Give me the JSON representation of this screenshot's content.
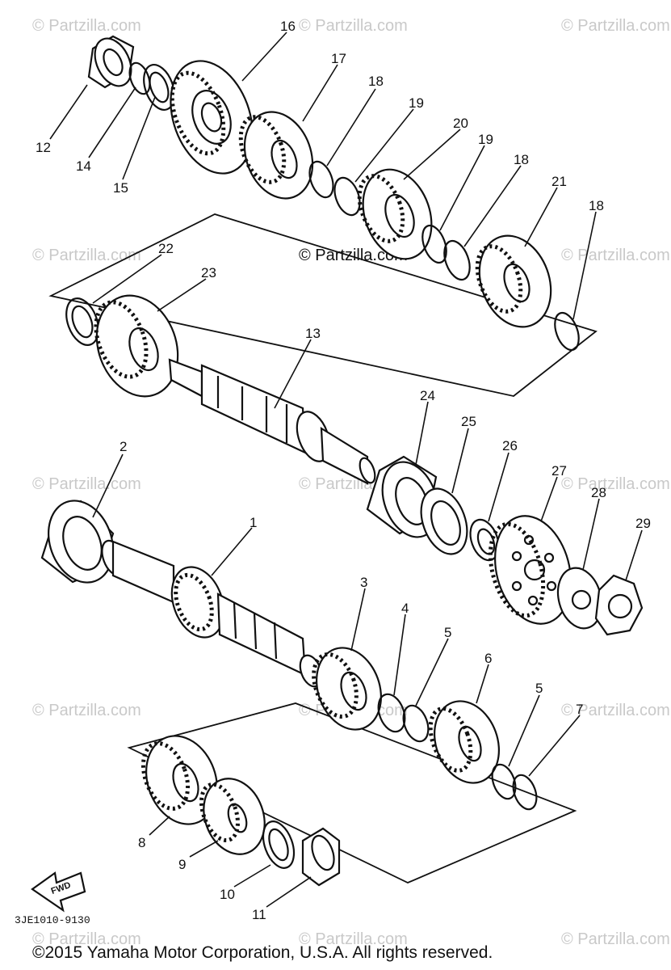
{
  "watermark": "© Partzilla.com",
  "center_watermark": "© Partzilla.com",
  "diagram_code": "3JE1010-9130",
  "fwd_label": "FWD",
  "copyright": "©2015  Yamaha Motor Corporation, U.S.A. All rights reserved.",
  "callouts": [
    "1",
    "2",
    "3",
    "4",
    "5",
    "5",
    "6",
    "7",
    "8",
    "9",
    "10",
    "11",
    "12",
    "13",
    "14",
    "15",
    "16",
    "17",
    "18",
    "18",
    "18",
    "19",
    "19",
    "20",
    "21",
    "22",
    "23",
    "24",
    "25",
    "26",
    "27",
    "28",
    "29"
  ]
}
